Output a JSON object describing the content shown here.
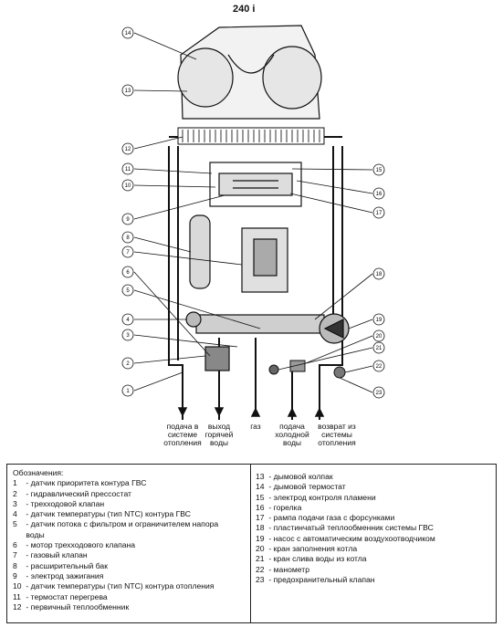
{
  "title": "240 i",
  "diagram_labels": {
    "supply": "подача в системе отопления",
    "supply_lines": [
      "подача в",
      "системе",
      "отопления"
    ],
    "hot_water_lines": [
      "выход",
      "горячей",
      "воды"
    ],
    "gas": "газ",
    "cold_water_lines": [
      "подача",
      "холодной",
      "воды"
    ],
    "return_lines": [
      "возврат из",
      "системы",
      "отопления"
    ]
  },
  "legend": {
    "heading": "Обозначения:",
    "left_items": [
      {
        "num": "1",
        "text": " -  датчик приоритета контура ГВС"
      },
      {
        "num": "2",
        "text": " -  гидравлический прессостат"
      },
      {
        "num": "3",
        "text": " -  трехходовой клапан"
      },
      {
        "num": "4",
        "text": " -  датчик температуры (тип NTC) контура ГВС"
      },
      {
        "num": "5",
        "text": " -  датчик потока с фильтром и ограничителем напора"
      },
      {
        "num": "",
        "text": "    воды"
      },
      {
        "num": "6",
        "text": " - мотор трехходового клапана"
      },
      {
        "num": "7",
        "text": " - газовый клапан"
      },
      {
        "num": "8",
        "text": " - расширительный бак"
      },
      {
        "num": "9",
        "text": " - электрод зажигания"
      },
      {
        "num": "10",
        "text": " - датчик температуры (тип NTC) контура отопления"
      },
      {
        "num": "11",
        "text": " - термостат перегрева"
      },
      {
        "num": "12",
        "text": " - первичный теплообменник"
      }
    ],
    "right_items": [
      {
        "num": "13",
        "text": " - дымовой колпак"
      },
      {
        "num": "14",
        "text": " - дымовой термостат"
      },
      {
        "num": "15",
        "text": " - электрод контроля пламени"
      },
      {
        "num": "16",
        "text": " - горелка"
      },
      {
        "num": "17",
        "text": " - рампа подачи газа с форсунками"
      },
      {
        "num": "18",
        "text": " - пластинчатый теплообменник системы ГВС"
      },
      {
        "num": "19",
        "text": " - насос с автоматическим воздухоотводчиком"
      },
      {
        "num": "20",
        "text": " - кран заполнения котла"
      },
      {
        "num": "21",
        "text": " - кран слива воды из котла"
      },
      {
        "num": "22",
        "text": " - манометр"
      },
      {
        "num": "23",
        "text": " - предохранительный клапан"
      }
    ]
  },
  "callouts_left": [
    "14",
    "13",
    "12",
    "11",
    "10",
    "9",
    "8",
    "7",
    "6",
    "5",
    "4",
    "3",
    "2",
    "1"
  ],
  "callouts_right": [
    "15",
    "16",
    "17",
    "18",
    "19",
    "20",
    "21",
    "22",
    "23"
  ]
}
